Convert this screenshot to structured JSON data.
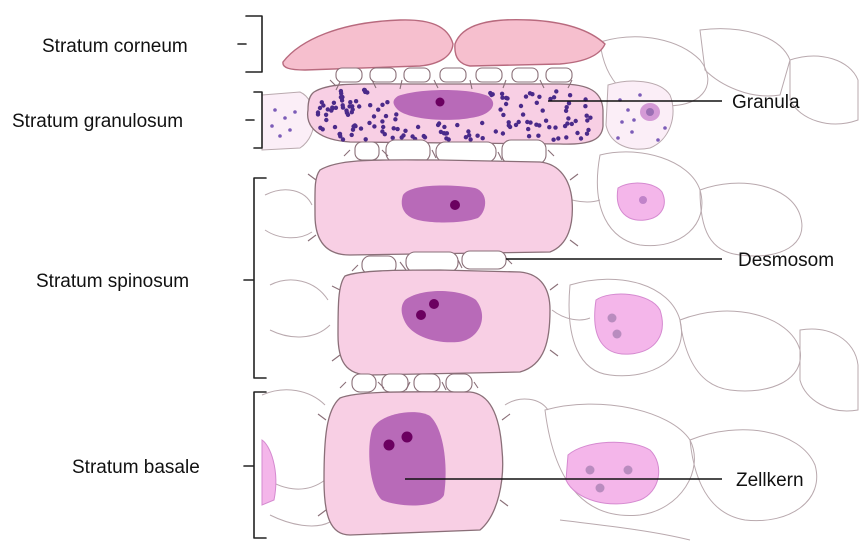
{
  "labels": {
    "left": {
      "corneum": "Stratum corneum",
      "granulosum": "Stratum granulosum",
      "spinosum": "Stratum spinosum",
      "basale": "Stratum basale"
    },
    "right": {
      "granula": "Granula",
      "desmosom": "Desmosom",
      "zellkern": "Zellkern"
    }
  },
  "colors": {
    "cytoplasm": "#f8cfe4",
    "cytoplasm_side": "#f4b6ea",
    "nucleus": "#b86ab8",
    "nucleolus": "#6b0060",
    "granule": "#4a2a8a",
    "corneum": "#f6bfce",
    "outline": "#9a7f86"
  }
}
